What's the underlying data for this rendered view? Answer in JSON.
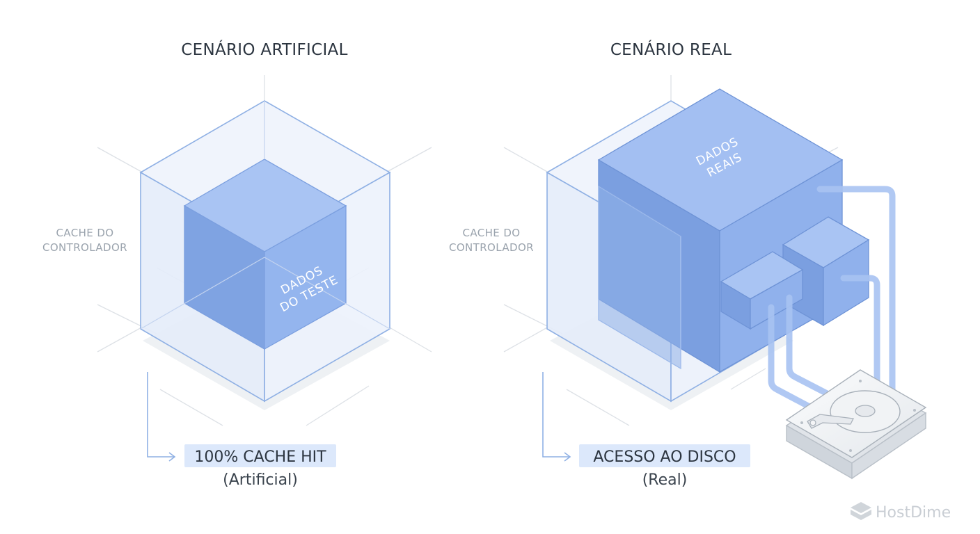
{
  "left": {
    "title": "CENÁRIO ARTIFICIAL",
    "cache_label": [
      "CACHE DO",
      "CONTROLADOR"
    ],
    "data_label": [
      "DADOS",
      "DO TESTE"
    ],
    "result": "100% CACHE HIT",
    "result_sub": "(Artificial)"
  },
  "right": {
    "title": "CENÁRIO REAL",
    "cache_label": [
      "CACHE DO",
      "CONTROLADOR"
    ],
    "data_label": [
      "DADOS",
      "REAIS"
    ],
    "result": "ACESSO AO DISCO",
    "result_sub": "(Real)"
  },
  "brand": "HostDime",
  "colors": {
    "text": "#2c3540",
    "muted": "#9aa3ad",
    "cube_outline": "#8fb0e4",
    "cube_fill": "#e8effb",
    "data_top": "#a9c4f3",
    "data_front": "#7fa3e2",
    "data_side": "#94b5ee",
    "highlight": "#dce8fb",
    "pipe": "#a8c3f2"
  }
}
